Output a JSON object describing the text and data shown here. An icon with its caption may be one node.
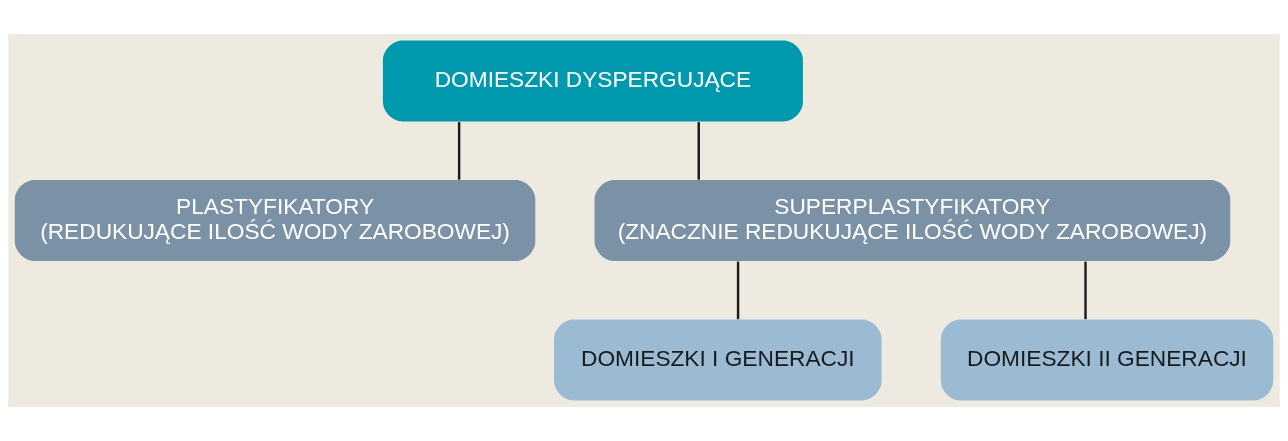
{
  "diagram": {
    "nodes": [
      {
        "text": [
          "DOMIESZKI DYSPERGUJĄCE"
        ]
      },
      {
        "text": [
          "PLASTYFIKATORY",
          "(REDUKUJĄCE ILOŚĆ WODY ZAROBOWEJ)"
        ]
      },
      {
        "text": [
          "SUPERPLASTYFIKATORY",
          "(ZNACZNIE REDUKUJĄCE ILOŚĆ WODY ZAROBOWEJ)"
        ]
      },
      {
        "text": [
          "DOMIESZKI I GENERACJI"
        ]
      },
      {
        "text": [
          "DOMIESZKI II GENERACJI"
        ]
      }
    ],
    "edges": [
      {
        "from": 0,
        "to": 1,
        "arrow": "none"
      },
      {
        "from": 0,
        "to": 2,
        "arrow": "none"
      },
      {
        "from": 2,
        "to": 3,
        "arrow": "none"
      },
      {
        "from": 2,
        "to": 4,
        "arrow": "none"
      }
    ]
  }
}
